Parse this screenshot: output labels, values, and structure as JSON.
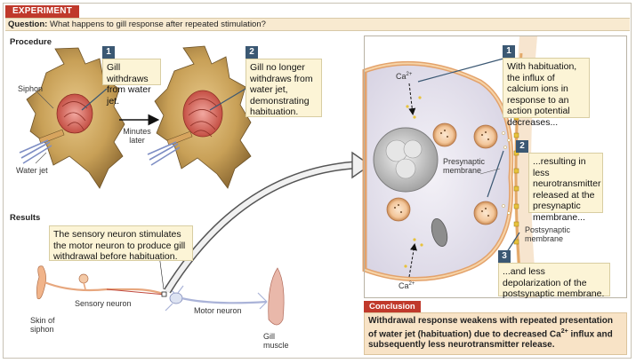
{
  "header": {
    "tag": "EXPERIMENT",
    "question_label": "Question:",
    "question_text": " What happens to gill response after repeated stimulation?"
  },
  "procedure": {
    "heading": "Procedure",
    "step1": {
      "num": "1",
      "text": "Gill withdraws from water jet."
    },
    "step2": {
      "num": "2",
      "text": "Gill no longer withdraws from water jet, demonstrating habituation."
    },
    "siphon_label": "Siphon",
    "water_jet_label": "Water jet",
    "arrow_label": "Minutes later"
  },
  "results": {
    "heading": "Results",
    "callout": "The sensory neuron stimulates the motor neuron to produce gill withdrawal before habituation.",
    "skin_label": "Skin of siphon",
    "sensory_label": "Sensory neuron",
    "motor_label": "Motor neuron",
    "gill_label": "Gill muscle"
  },
  "mechanism": {
    "step1": {
      "num": "1",
      "text": "With habituation, the influx of calcium ions in response to an action potential decreases..."
    },
    "step2": {
      "num": "2",
      "text": "...resulting in less neurotransmitter released at the presynaptic membrane..."
    },
    "step3": {
      "num": "3",
      "text": "...and less depolarization of the  postsynaptic membrane."
    },
    "presynaptic_label": "Presynaptic membrane",
    "postsynaptic_label": "Postsynaptic membrane",
    "ca_label": "Ca",
    "ca_sup": "2+"
  },
  "conclusion": {
    "tag": "Conclusion",
    "text_before": "Withdrawal response weakens with repeated presentation of water jet (habituation) due to decreased Ca",
    "text_sup": "2+",
    "text_after": " influx and subsequently less neurotransmitter release."
  },
  "colors": {
    "accent_red": "#c0392b",
    "step_blue": "#3b5873",
    "callout_bg": "#fcf4d6",
    "conclusion_bg": "#f8e3c6"
  }
}
